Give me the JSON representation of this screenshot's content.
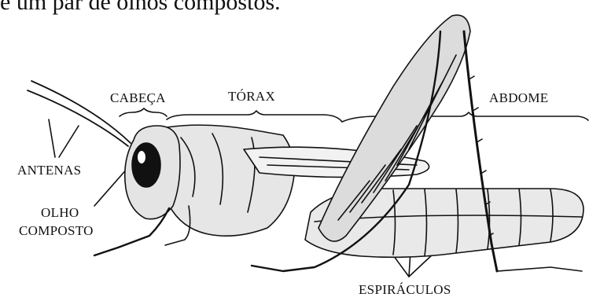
{
  "top_text": "e um par de olhos compostos.",
  "labels": {
    "cabeca": "CABEÇA",
    "torax": "TÓRAX",
    "abdome": "ABDOME",
    "antenas": "ANTENAS",
    "olho_line1": "OLHO",
    "olho_line2": "COMPOSTO",
    "espiraculos": "ESPIRÁCULOS"
  }
}
